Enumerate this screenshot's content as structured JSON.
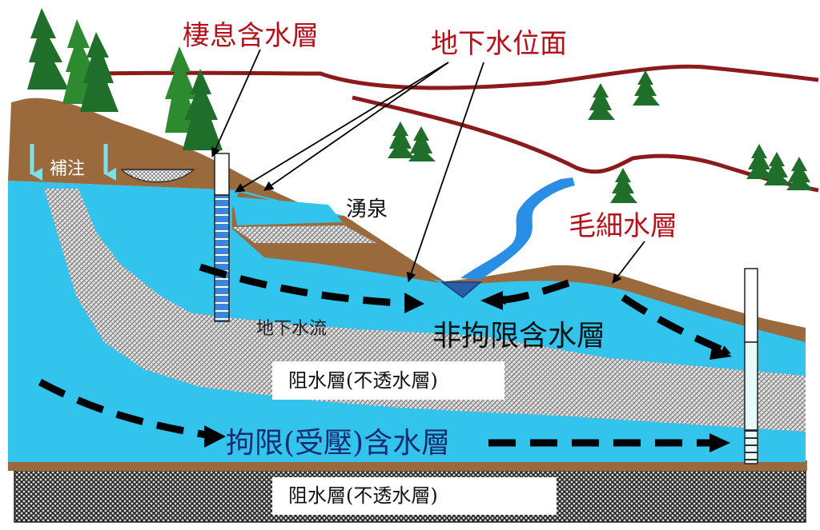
{
  "labels": {
    "perched_aquifer": "棲息含水層",
    "water_table": "地下水位面",
    "spring": "湧泉",
    "capillary_zone": "毛細水層",
    "recharge": "補注",
    "groundwater_flow": "地下水流",
    "unconfined_aquifer": "非拘限含水層",
    "aquitard_middle": "阻水層(不透水層)",
    "confined_aquifer": "拘限(受壓)含水層",
    "aquitard_bottom": "阻水層(不透水層)"
  },
  "icons": {
    "tree": "conifer-tree-icon",
    "arrow": "flow-arrow-icon",
    "well": "observation-well-icon"
  },
  "colors": {
    "label_red": "#b3121c",
    "water": "#33c4ee",
    "soil": "#9b6a3c",
    "ground_line": "#8b1a1a",
    "river": "#2a8ee6",
    "recharge_arrow": "#7fdfe8",
    "tree": "#1f6e2a"
  }
}
